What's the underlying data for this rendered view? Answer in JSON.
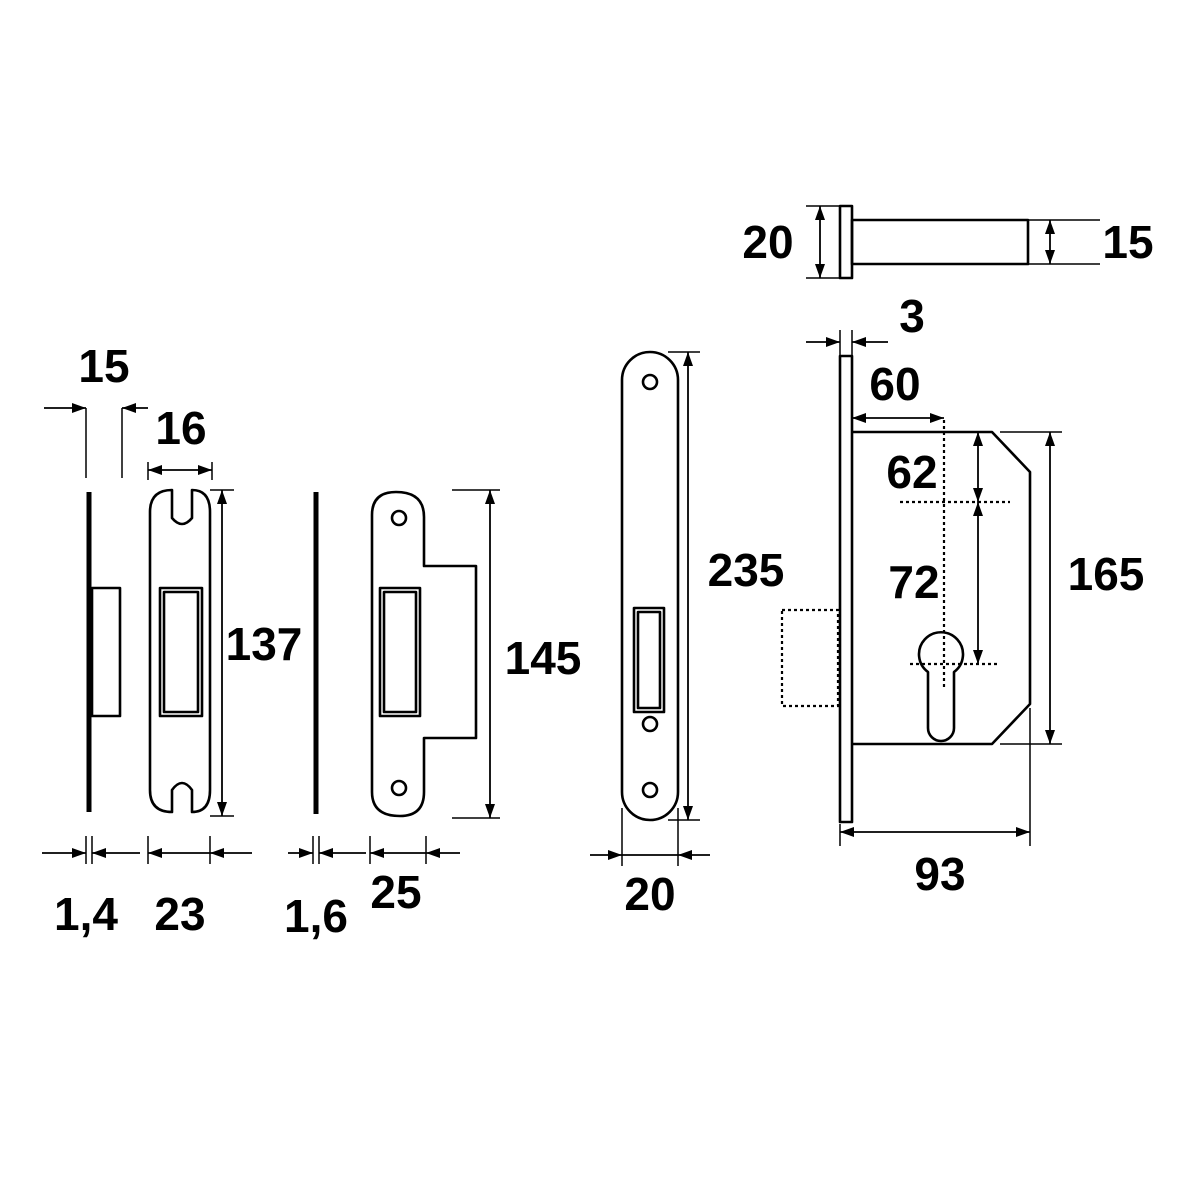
{
  "dimensions": {
    "strike_plate_gap": "15",
    "strike_plate_thickness": "1,4",
    "strike_plate_inner_width": "16",
    "strike_plate_width": "23",
    "strike_plate_height": "137",
    "keep_thickness": "1,6",
    "keep_width": "25",
    "keep_height": "145",
    "forend_width": "20",
    "forend_height": "235",
    "faceplate_thickness": "3",
    "backset": "60",
    "bolt_to_top": "62",
    "bolt_to_cylinder": "72",
    "case_height": "165",
    "case_depth": "93",
    "bolt_head_height": "20",
    "bolt_shaft_height": "15"
  },
  "colors": {
    "line": "#000000",
    "background": "#ffffff"
  }
}
